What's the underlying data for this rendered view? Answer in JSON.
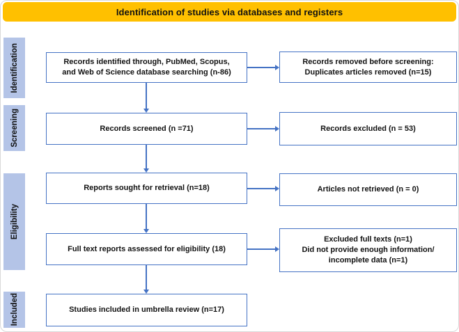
{
  "title": "Identification of studies via databases and registers",
  "colors": {
    "title_bg": "#FFC000",
    "box_border": "#4472C4",
    "arrow": "#4472C4",
    "stage_bg": "#B4C4E7",
    "text": "#111111"
  },
  "stages": [
    {
      "label": "Identification"
    },
    {
      "label": "Screening"
    },
    {
      "label": "Eligibility"
    },
    {
      "label": "Included"
    }
  ],
  "boxes": {
    "left1": {
      "lines": [
        "Records identified through, PubMed, Scopus,",
        "and Web of Science database searching (n-86)"
      ]
    },
    "right1": {
      "lines": [
        "Records removed before screening:",
        "Duplicates articles removed (n=15)"
      ]
    },
    "left2": {
      "lines": [
        "Records screened (n =71)"
      ]
    },
    "right2": {
      "lines": [
        "Records excluded (n = 53)"
      ]
    },
    "left3": {
      "lines": [
        "Reports sought for retrieval (n=18)"
      ]
    },
    "right3": {
      "lines": [
        "Articles not retrieved (n = 0)"
      ]
    },
    "left4": {
      "lines": [
        "Full text reports assessed for eligibility (18)"
      ]
    },
    "right4": {
      "lines": [
        "Excluded full texts (n=1)",
        "Did not provide enough information/",
        "incomplete data (n=1)"
      ]
    },
    "left5": {
      "lines": [
        "Studies included in umbrella review (n=17)"
      ]
    }
  }
}
